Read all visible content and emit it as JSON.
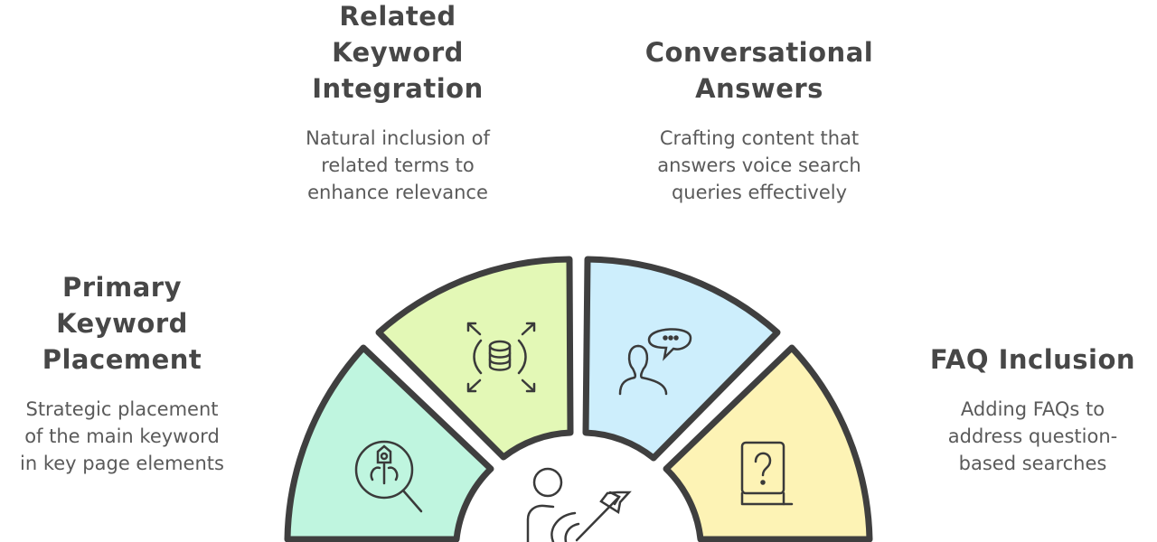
{
  "diagram": {
    "type": "semicircle-segments",
    "stroke_color": "#3f3f3f",
    "center_icon": "person-target-icon",
    "segments": [
      {
        "title_lines": [
          "Primary",
          "Keyword",
          "Placement"
        ],
        "description_lines": [
          "Strategic placement",
          "of the main keyword",
          "in key page elements"
        ],
        "icon": "search-robot-icon",
        "color": "#bff5df"
      },
      {
        "title_lines": [
          "Related",
          "Keyword",
          "Integration"
        ],
        "description_lines": [
          "Natural inclusion of",
          "related terms to",
          "enhance relevance"
        ],
        "icon": "database-expand-icon",
        "color": "#e3f8b6"
      },
      {
        "title_lines": [
          "Conversational",
          "Answers"
        ],
        "description_lines": [
          "Crafting content that",
          "answers voice search",
          "queries effectively"
        ],
        "icon": "person-speech-bubble-icon",
        "color": "#cdeefc"
      },
      {
        "title_lines": [
          "FAQ Inclusion"
        ],
        "description_lines": [
          "Adding FAQs to",
          "address question-",
          "based searches"
        ],
        "icon": "question-book-icon",
        "color": "#fdf3b5"
      }
    ]
  }
}
